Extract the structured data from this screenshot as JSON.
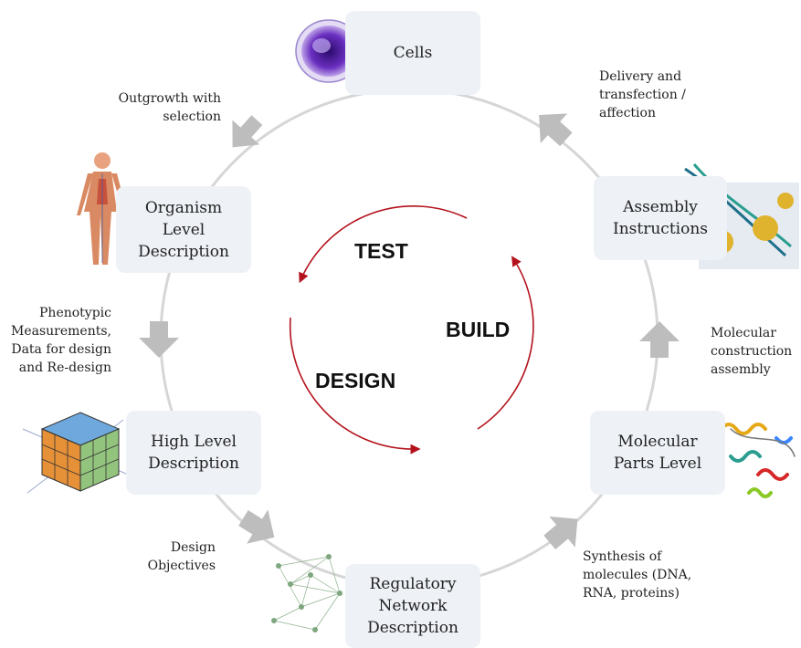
{
  "nodes": {
    "cells": [
      "Cells"
    ],
    "assembly": [
      "Assembly",
      "Instructions"
    ],
    "molecular": [
      "Molecular",
      "Parts Level"
    ],
    "regulatory": [
      "Regulatory",
      "Network",
      "Description"
    ],
    "high_level": [
      "High Level",
      "Description"
    ],
    "organism": [
      "Organism",
      "Level",
      "Description"
    ]
  },
  "annotations": {
    "delivery": [
      "Delivery and",
      "transfection /",
      "affection"
    ],
    "construction": [
      "Molecular",
      "construction",
      "assembly"
    ],
    "synthesis": [
      "Synthesis of",
      "molecules (DNA,",
      "RNA, proteins)"
    ],
    "design_objectives": [
      "Design",
      "Objectives"
    ],
    "phenotypic": [
      "Phenotypic",
      "Measurements,",
      "Data for design",
      "and Re-design"
    ],
    "outgrowth": [
      "Outgrowth with",
      "selection"
    ]
  },
  "cycle_words": {
    "test": "TEST",
    "build": "BUILD",
    "design": "DESIGN"
  },
  "colors": {
    "ring": "#d6d6d6",
    "arrow": "#bdbdbd",
    "inner_cycle": "#b3121c",
    "node_bg": "#eef1f6"
  }
}
